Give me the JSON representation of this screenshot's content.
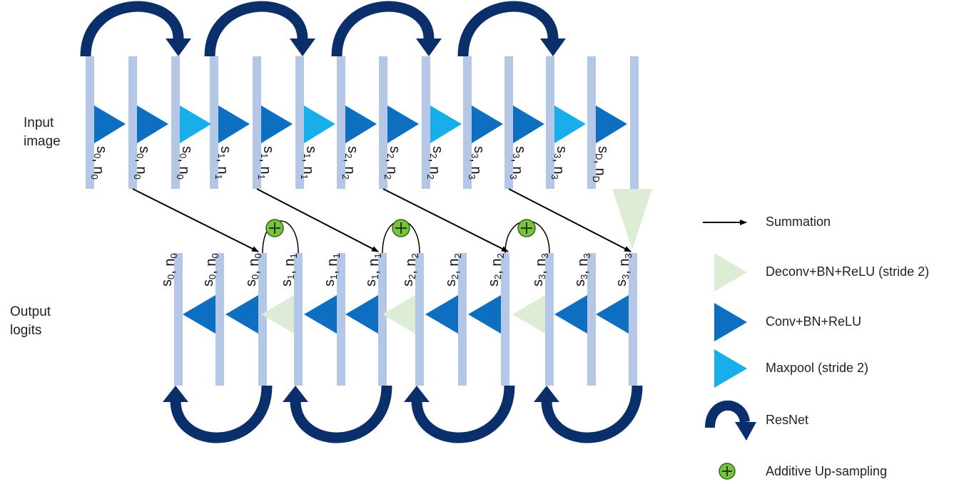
{
  "labels": {
    "input": [
      "Input",
      "image"
    ],
    "output": [
      "Output",
      "logits"
    ]
  },
  "encoder": {
    "bars": 14,
    "bar_labels": [
      [
        "s",
        "0",
        "n",
        "0"
      ],
      [
        "s",
        "0",
        "n",
        "0"
      ],
      [
        "s",
        "0",
        "n",
        "0"
      ],
      [
        "s",
        "1",
        "n",
        "1"
      ],
      [
        "s",
        "1",
        "n",
        "1"
      ],
      [
        "s",
        "1",
        "n",
        "1"
      ],
      [
        "s",
        "2",
        "n",
        "2"
      ],
      [
        "s",
        "2",
        "n",
        "2"
      ],
      [
        "s",
        "2",
        "n",
        "2"
      ],
      [
        "s",
        "3",
        "n",
        "3"
      ],
      [
        "s",
        "3",
        "n",
        "3"
      ],
      [
        "s",
        "3",
        "n",
        "3"
      ],
      [
        "s",
        "D",
        "n",
        "D"
      ]
    ],
    "triangle_types": [
      "conv",
      "conv",
      "maxpool",
      "conv",
      "conv",
      "maxpool",
      "conv",
      "conv",
      "maxpool",
      "conv",
      "conv",
      "maxpool",
      "conv"
    ]
  },
  "decoder": {
    "bars": 12,
    "bar_labels": [
      [
        "s",
        "0",
        "n",
        "0"
      ],
      [
        "s",
        "0",
        "n",
        "0"
      ],
      [
        "s",
        "0",
        "n",
        "0"
      ],
      [
        "s",
        "1",
        "n",
        "1"
      ],
      [
        "s",
        "1",
        "n",
        "1"
      ],
      [
        "s",
        "1",
        "n",
        "1"
      ],
      [
        "s",
        "2",
        "n",
        "2"
      ],
      [
        "s",
        "2",
        "n",
        "2"
      ],
      [
        "s",
        "2",
        "n",
        "2"
      ],
      [
        "s",
        "3",
        "n",
        "3"
      ],
      [
        "s",
        "3",
        "n",
        "3"
      ],
      [
        "s",
        "3",
        "n",
        "3"
      ]
    ],
    "triangle_types": [
      "conv",
      "conv",
      "deconv",
      "conv",
      "conv",
      "deconv",
      "conv",
      "conv",
      "deconv",
      "conv",
      "conv"
    ]
  },
  "legend": [
    {
      "key": "summation",
      "text": "Summation"
    },
    {
      "key": "deconv",
      "text": "Deconv+BN+ReLU (stride 2)"
    },
    {
      "key": "conv",
      "text": "Conv+BN+ReLU"
    },
    {
      "key": "maxpool",
      "text": "Maxpool (stride 2)"
    },
    {
      "key": "resnet",
      "text": "ResNet"
    },
    {
      "key": "upsample",
      "text": "Additive Up-sampling"
    }
  ],
  "colors": {
    "bar": "#b4c7e7",
    "conv": "#0e6fc1",
    "maxpool": "#18aee9",
    "deconv": "#dcecd5",
    "resnet": "#0b2f6b",
    "upsample": "#7ac142",
    "arrow": "#000000"
  }
}
